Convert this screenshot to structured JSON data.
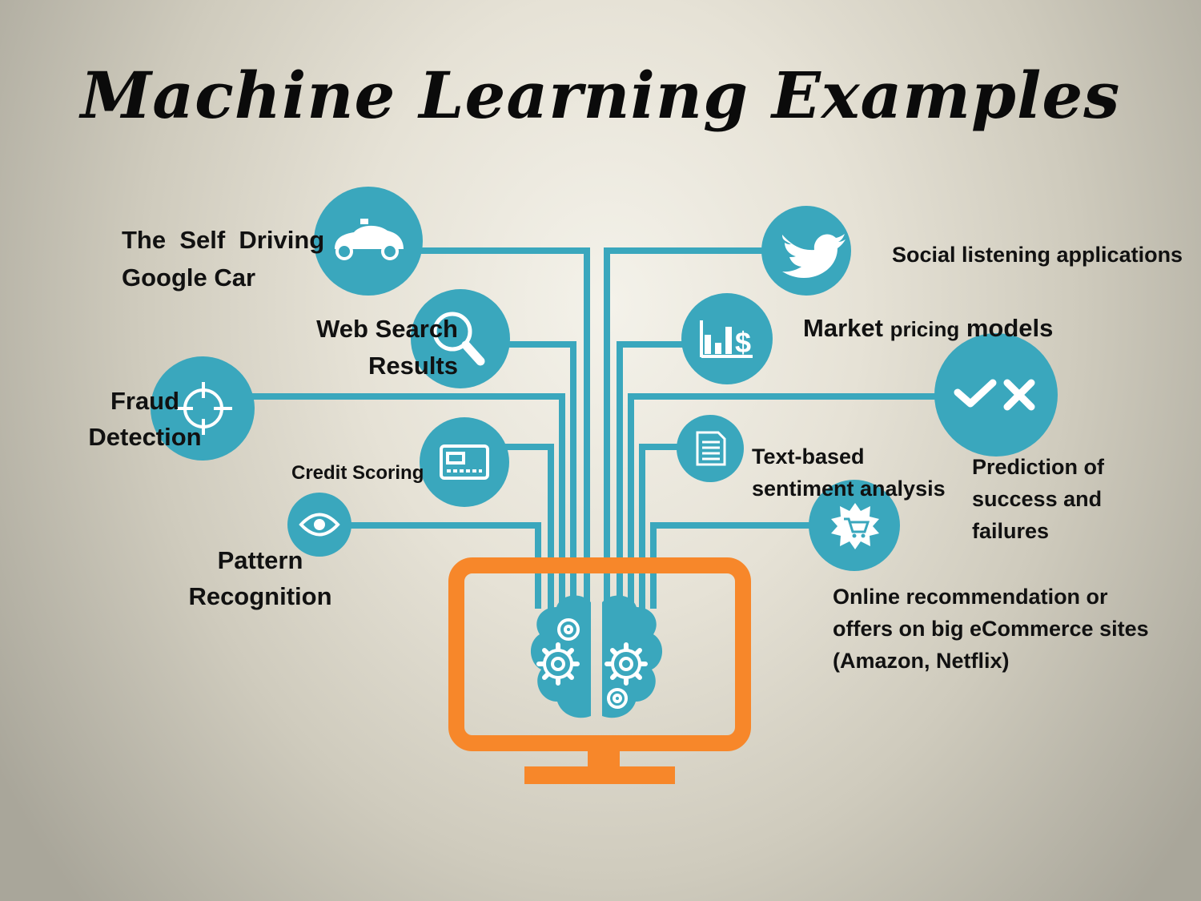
{
  "title": "Machine Learning Examples",
  "examples": {
    "self_driving": {
      "line1": "The  Self  Driving",
      "line2": "Google Car",
      "icon": "car-icon"
    },
    "web_search": {
      "line1": "Web Search",
      "line2": "Results",
      "icon": "search-icon"
    },
    "fraud": {
      "line1": "Fraud",
      "line2": "Detection",
      "icon": "crosshair-icon"
    },
    "credit": {
      "line1": "Credit Scoring",
      "icon": "credit-card-icon"
    },
    "pattern": {
      "line1": "Pattern",
      "line2": "Recognition",
      "icon": "eye-icon"
    },
    "social": {
      "line1": "Social listening applications",
      "icon": "twitter-bird-icon"
    },
    "market": {
      "line1": "Market",
      "line1_small": "pricing",
      "line1_end": "models",
      "icon": "chart-dollar-icon"
    },
    "prediction": {
      "line1": "Prediction of",
      "line2": "success and",
      "line3": "failures",
      "icon": "check-cross-icon"
    },
    "sentiment": {
      "line1": "Text-based",
      "line2": "sentiment analysis",
      "icon": "document-icon"
    },
    "recommendation": {
      "line1": "Online recommendation or",
      "line2": "offers on big eCommerce sites",
      "line3": "(Amazon, Netflix)",
      "icon": "shopping-cart-badge-icon"
    }
  },
  "colors": {
    "teal": "#3aa7bd",
    "orange": "#f7872a",
    "title": "#0b0b0b"
  },
  "center_icon": "brain-gears-icon",
  "monitor_icon": "monitor-icon"
}
